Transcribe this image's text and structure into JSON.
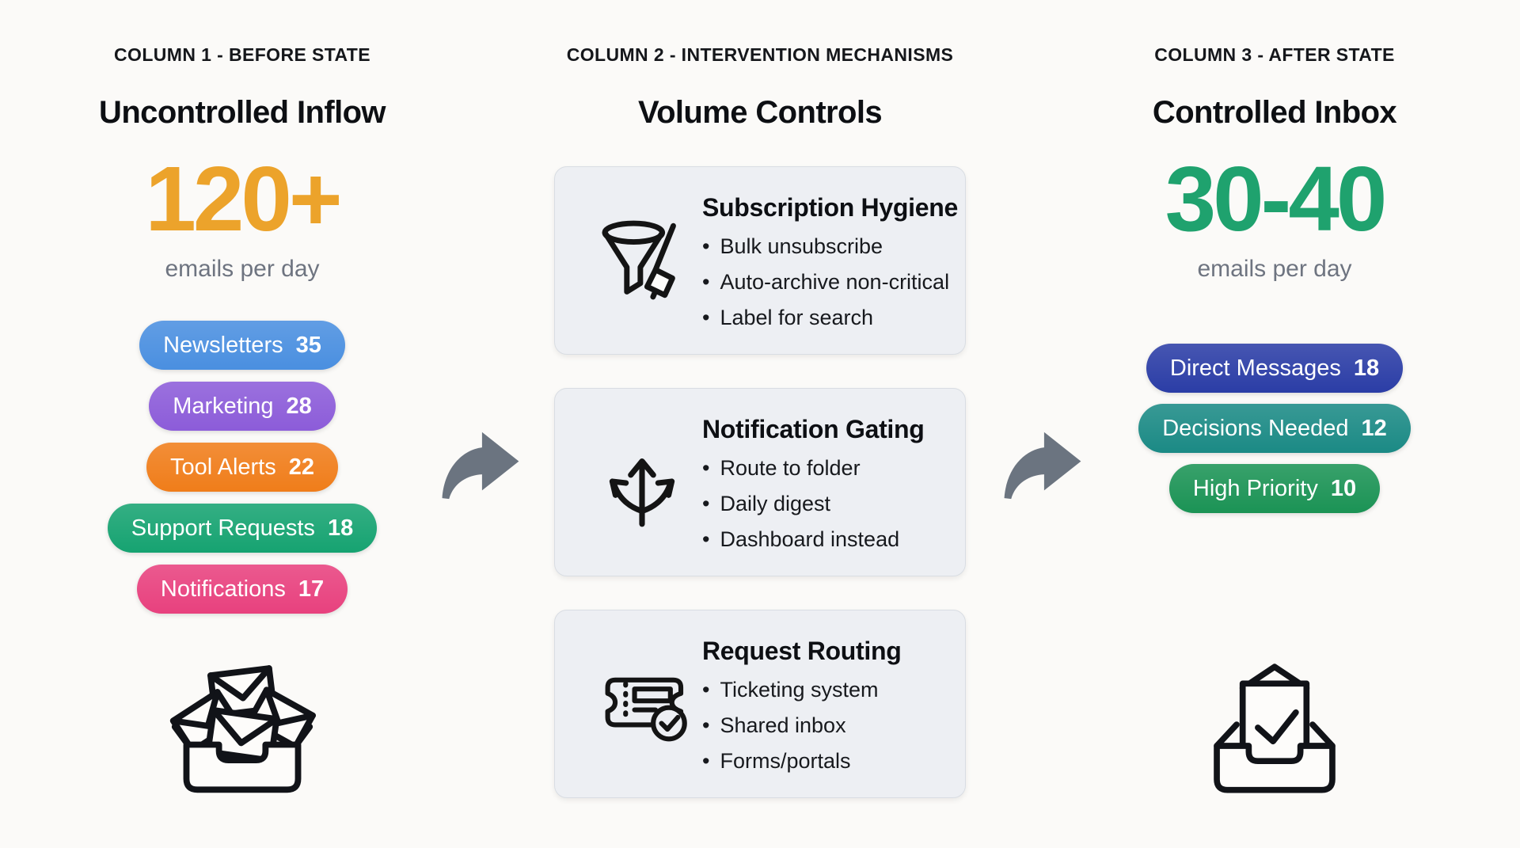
{
  "canvas": {
    "bg": "#fbfaf8"
  },
  "col1": {
    "eyebrow": "COLUMN 1 - BEFORE STATE",
    "title": "Uncontrolled Inflow",
    "metric": "120+",
    "metric_color": "#eca32b",
    "caption": "emails per day",
    "pills": [
      {
        "label": "Newsletters",
        "count": "35",
        "color": "#4a8fe0"
      },
      {
        "label": "Marketing",
        "count": "28",
        "color": "#8c5cd9"
      },
      {
        "label": "Tool Alerts",
        "count": "22",
        "color": "#f07d1a"
      },
      {
        "label": "Support Requests",
        "count": "18",
        "color": "#16a371"
      },
      {
        "label": "Notifications",
        "count": "17",
        "color": "#e8417e"
      }
    ],
    "icon": "overflowing-inbox-icon"
  },
  "col2": {
    "eyebrow": "COLUMN 2 - INTERVENTION MECHANISMS",
    "title": "Volume Controls",
    "cards": [
      {
        "icon": "funnel-broom-icon",
        "title": "Subscription Hygiene",
        "bullets": [
          "Bulk unsubscribe",
          "Auto-archive non-critical",
          "Label for search"
        ]
      },
      {
        "icon": "branching-arrows-icon",
        "title": "Notification Gating",
        "bullets": [
          "Route to folder",
          "Daily digest",
          "Dashboard instead"
        ]
      },
      {
        "icon": "ticket-check-icon",
        "title": "Request Routing",
        "bullets": [
          "Ticketing system",
          "Shared inbox",
          "Forms/portals"
        ]
      }
    ]
  },
  "col3": {
    "eyebrow": "COLUMN 3 - AFTER STATE",
    "title": "Controlled Inbox",
    "metric": "30-40",
    "metric_color": "#1fa26e",
    "caption": "emails per day",
    "pills": [
      {
        "label": "Direct Messages",
        "count": "18",
        "color": "#2b3da6"
      },
      {
        "label": "Decisions Needed",
        "count": "12",
        "color": "#1b8a85"
      },
      {
        "label": "High Priority",
        "count": "10",
        "color": "#1b9355"
      }
    ],
    "icon": "checked-inbox-icon"
  },
  "arrows": {
    "icon": "flow-arrow-icon",
    "color": "#6b7480"
  }
}
